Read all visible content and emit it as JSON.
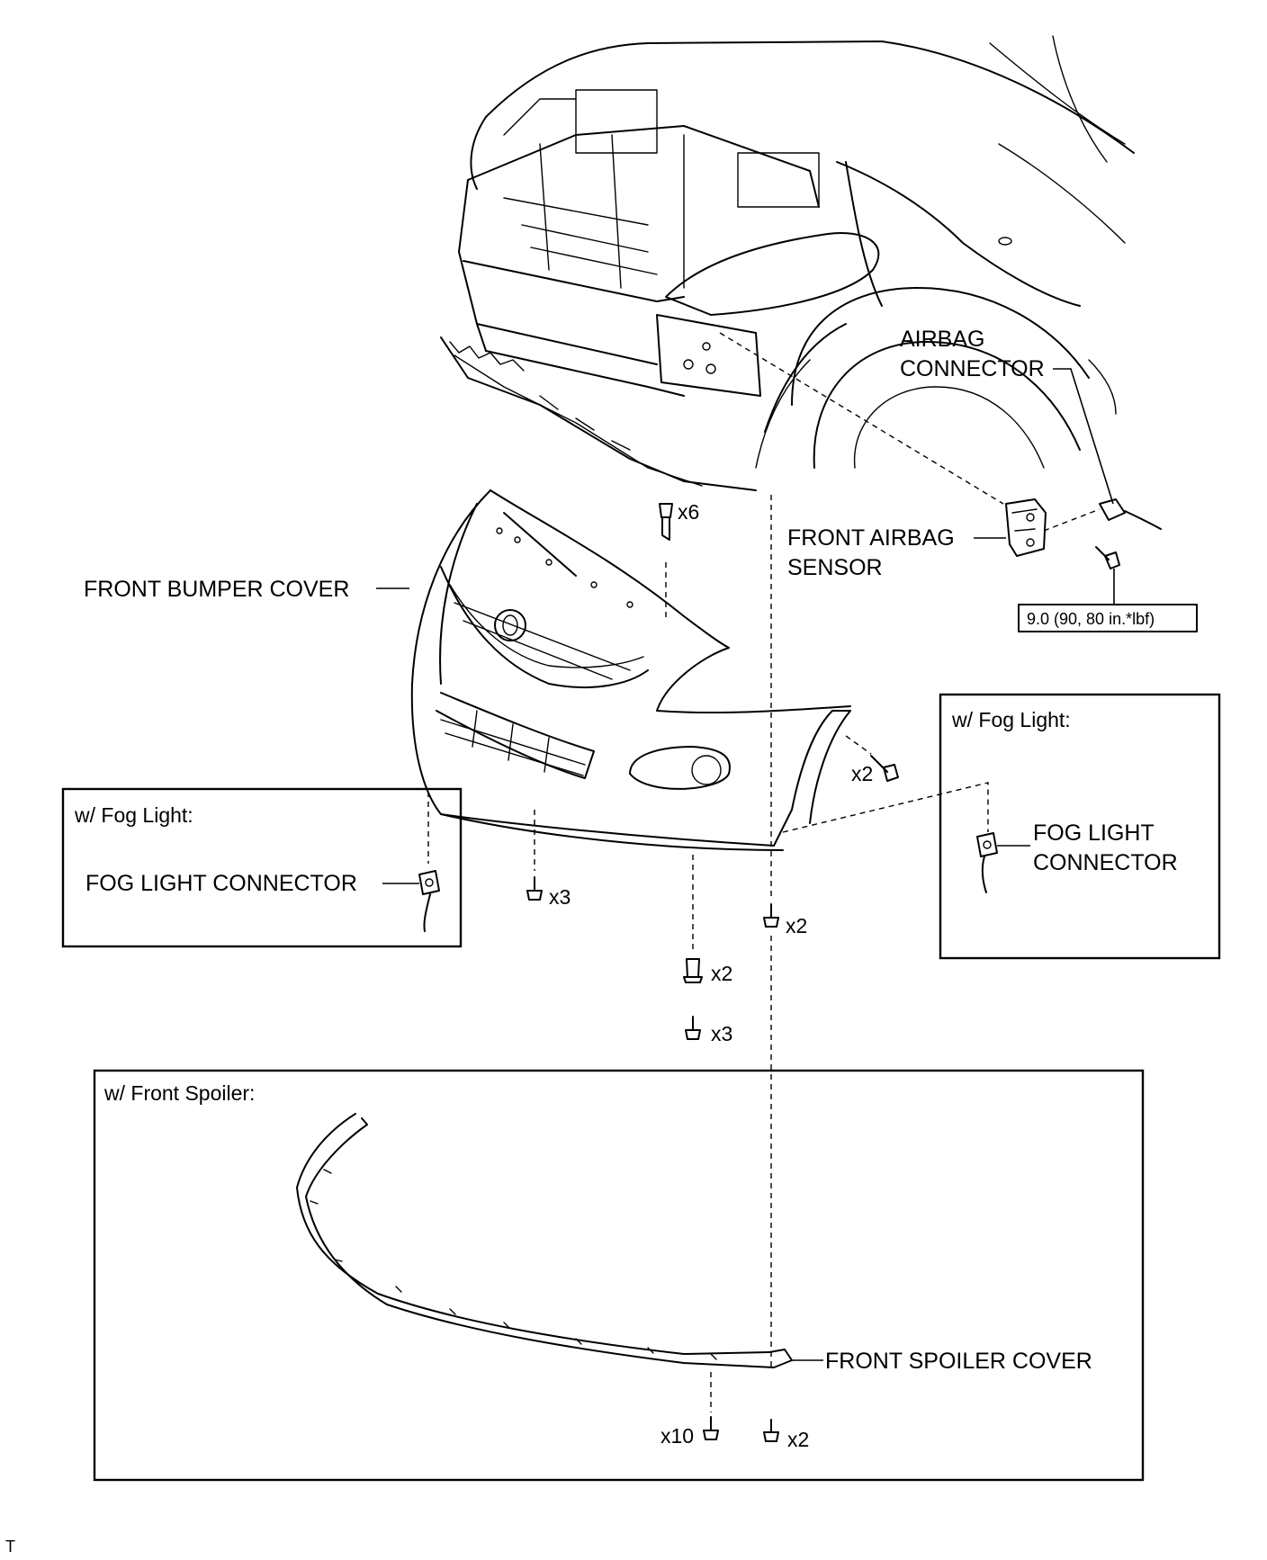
{
  "labels": {
    "airbag_connector_line1": "AIRBAG",
    "airbag_connector_line2": "CONNECTOR",
    "front_airbag_sensor_line1": "FRONT AIRBAG",
    "front_airbag_sensor_line2": "SENSOR",
    "front_bumper_cover": "FRONT BUMPER COVER",
    "torque_spec": "9.0 (90, 80 in.*lbf)",
    "fog_light_connector_left": "FOG LIGHT CONNECTOR",
    "fog_light_connector_right_line1": "FOG LIGHT",
    "fog_light_connector_right_line2": "CONNECTOR",
    "front_spoiler_cover": "FRONT SPOILER COVER",
    "footer_mark": "T"
  },
  "boxes": {
    "fog_light_left_title": "w/ Fog Light:",
    "fog_light_right_title": "w/ Fog Light:",
    "front_spoiler_title": "w/ Front Spoiler:"
  },
  "quantities": {
    "clips_top": "x6",
    "side_bolts": "x2",
    "screws_lower_left": "x3",
    "screws_lower_right": "x2",
    "clips_lower": "x2",
    "screws_lower_center": "x3",
    "spoiler_screws_left": "x10",
    "spoiler_screws_right": "x2"
  }
}
